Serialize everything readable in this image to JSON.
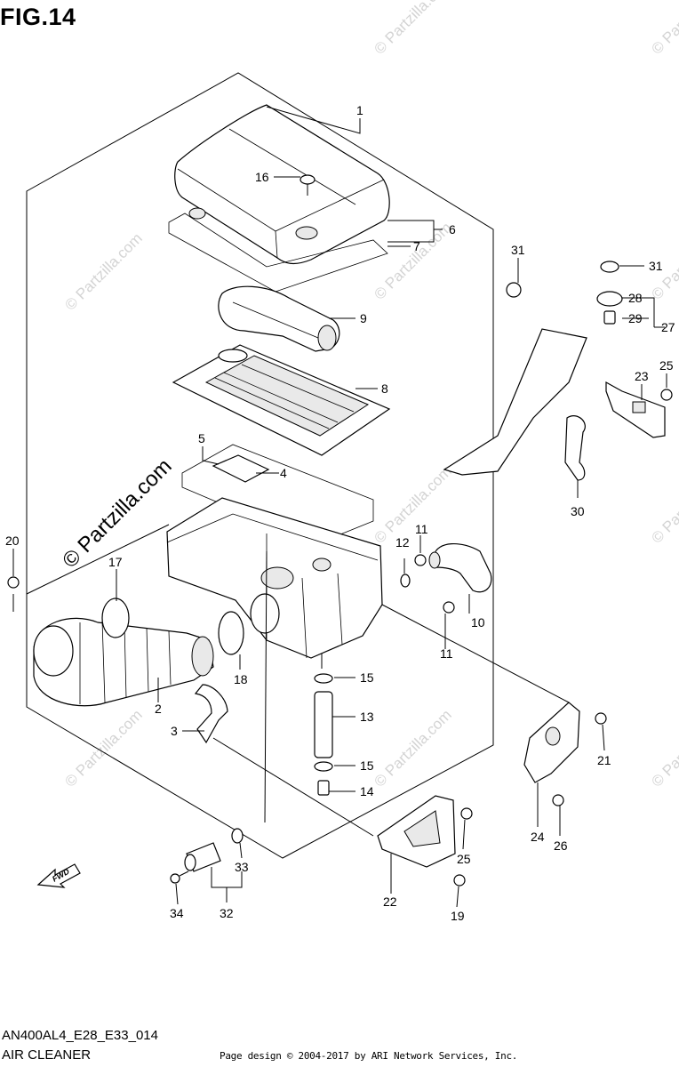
{
  "figure": {
    "title": "FIG.14",
    "model_code": "AN400AL4_E28_E33_014",
    "section_name": "AIR CLEANER",
    "copyright": "Page design © 2004-2017 by ARI Network Services, Inc."
  },
  "watermark": {
    "large_text": "© Partzilla.com",
    "small_text": "© Partzilla.com"
  },
  "direction_label": "FWD",
  "callouts": {
    "c1": "1",
    "c2": "2",
    "c3": "3",
    "c4": "4",
    "c5": "5",
    "c6": "6",
    "c7": "7",
    "c8": "8",
    "c9": "9",
    "c10": "10",
    "c11a": "11",
    "c11b": "11",
    "c12": "12",
    "c13": "13",
    "c14": "14",
    "c15a": "15",
    "c15b": "15",
    "c16": "16",
    "c17": "17",
    "c18": "18",
    "c19": "19",
    "c20": "20",
    "c21": "21",
    "c22": "22",
    "c23": "23",
    "c24": "24",
    "c25a": "25",
    "c25b": "25",
    "c26": "26",
    "c27": "27",
    "c28": "28",
    "c29": "29",
    "c30": "30",
    "c31a": "31",
    "c31b": "31",
    "c32": "32",
    "c33": "33",
    "c34": "34"
  }
}
